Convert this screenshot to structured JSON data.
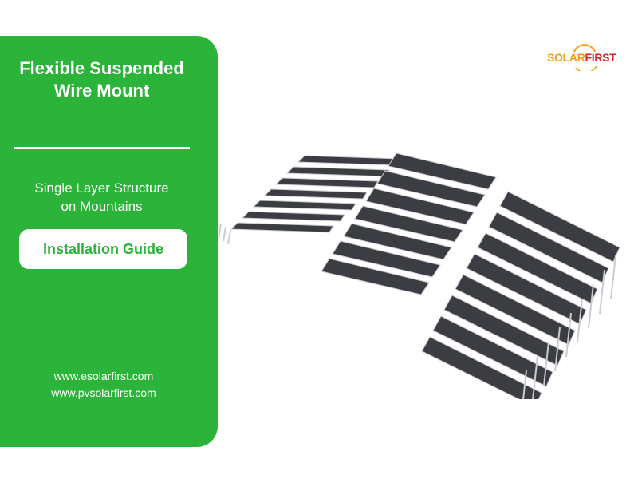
{
  "brand": {
    "solar": "SOLAR",
    "first": "FIRST",
    "orange": "#f39c12",
    "red": "#d6262c"
  },
  "panel": {
    "background": "#2cb339",
    "title_line1": "Flexible Suspended",
    "title_line2": "Wire Mount",
    "subtitle_line1": "Single Layer Structure",
    "subtitle_line2": "on Mountains",
    "button_label": "Installation Guide"
  },
  "websites": [
    "www.esolarfirst.com",
    "www.pvsolarfirst.com"
  ],
  "illustration": {
    "icon": "solar-array-icon",
    "panel_color": "#3b3d42",
    "frame_color": "#c9ccd1"
  }
}
